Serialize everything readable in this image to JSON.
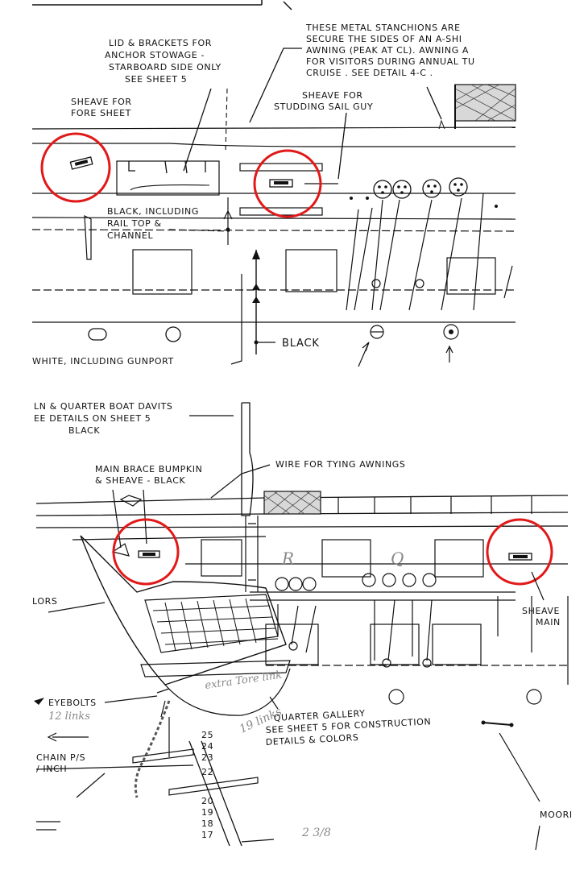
{
  "top": {
    "note_stanchions": [
      "THESE METAL STANCHIONS ARE",
      "SECURE THE SIDES OF AN A-SHI",
      "AWNING (PEAK AT CL). AWNING A",
      "FOR VISITORS DURING ANNUAL TU",
      "CRUISE . SEE DETAIL 4-C ."
    ],
    "note_lid": [
      "LID & BRACKETS FOR",
      "ANCHOR STOWAGE -",
      "STARBOARD SIDE ONLY",
      "SEE SHEET 5"
    ],
    "note_fore_sheet": [
      "SHEAVE FOR",
      "FORE SHEET"
    ],
    "note_studding": [
      "SHEAVE FOR",
      "STUDDING SAIL GUY"
    ],
    "note_black_rail": [
      "BLACK, INCLUDING",
      "RAIL TOP &",
      "CHANNEL"
    ],
    "label_black": "BLACK",
    "label_white": "WHITE, INCLUDING GUNPORT"
  },
  "bottom": {
    "note_davits": [
      "LN & QUARTER BOAT DAVITS",
      "EE DETAILS ON SHEET 5",
      "BLACK"
    ],
    "note_bumpkin": [
      "MAIN BRACE BUMPKIN",
      "& SHEAVE - BLACK"
    ],
    "note_wire": "WIRE FOR TYING AWNINGS",
    "label_colors": "LORS",
    "note_sheave_main": [
      "SHEAVE",
      "MAIN"
    ],
    "label_eyebolts": "EYEBOLTS",
    "note_quarter_gallery": [
      "QUARTER GALLERY",
      "SEE SHEET 5  FOR CONSTRUCTION",
      "DETAILS & COLORS"
    ],
    "note_chain": [
      "CHAIN P/S",
      "/ INCH"
    ],
    "label_mooring": "MOORI",
    "hand_notes": [
      "12 links",
      "extra Tore link",
      "19 links",
      "2 3/8"
    ],
    "chain_numbers": [
      "25",
      "24",
      "23",
      "22",
      "20",
      "19",
      "18",
      "17"
    ],
    "gunport_letters": [
      "R",
      "Q"
    ]
  }
}
